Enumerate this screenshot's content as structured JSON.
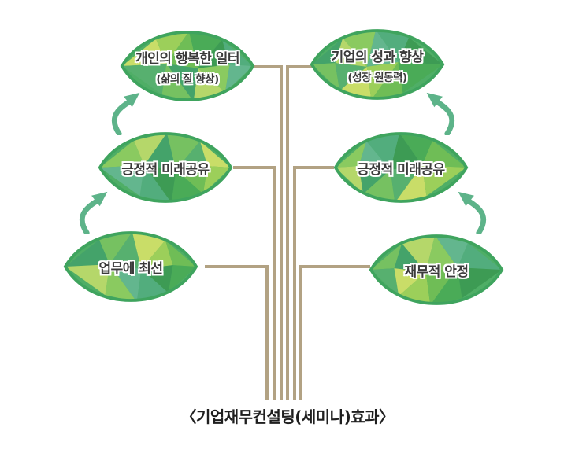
{
  "diagram": {
    "caption": "〈기업재무컨설팅(세미나)효과〉",
    "leaves": [
      {
        "id": "top-left",
        "label": "개인의 행복한 일터",
        "sublabel": "(삶의 질 향상)"
      },
      {
        "id": "top-right",
        "label": "기업의 성과 향상",
        "sublabel": "(성장 원동력)"
      },
      {
        "id": "middle-left",
        "label": "긍정적 미래공유",
        "sublabel": ""
      },
      {
        "id": "middle-right",
        "label": "긍정적 미래공유",
        "sublabel": ""
      },
      {
        "id": "bottom-left",
        "label": "업무에 최선",
        "sublabel": ""
      },
      {
        "id": "bottom-right",
        "label": "재무적 안정",
        "sublabel": ""
      }
    ],
    "arrows": [
      {
        "id": "left-lower",
        "direction": "up-right"
      },
      {
        "id": "left-upper",
        "direction": "up-right"
      },
      {
        "id": "right-upper",
        "direction": "up-left"
      },
      {
        "id": "right-lower",
        "direction": "up-left"
      }
    ],
    "colors": {
      "branch": "#b2a283",
      "leaf_border": "#3fa45e",
      "leaf_base": "#4fae66",
      "arrow": "#5db389",
      "label_text": "#3b3b3b",
      "caption_text": "#1f1f1f",
      "facet_palette": [
        "#c9dd68",
        "#9ccf5a",
        "#6fbd56",
        "#4aab57",
        "#3d9b54",
        "#52ad7d",
        "#63b68e",
        "#8aca60",
        "#b5d76a",
        "#44a36a",
        "#76c161",
        "#57b06f"
      ]
    }
  }
}
